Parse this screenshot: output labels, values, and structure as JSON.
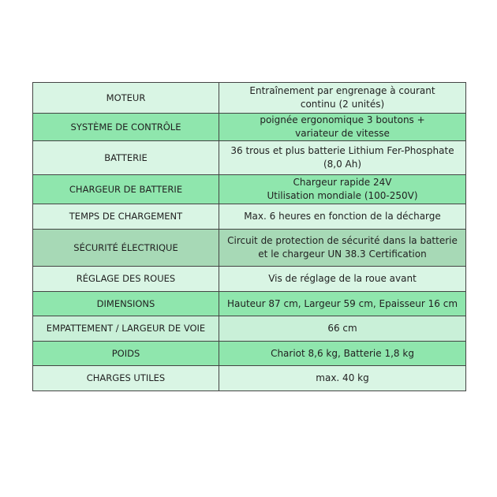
{
  "colors": {
    "light": "#d9f5e4",
    "mid": "#8fe6ad",
    "pale": "#c9f0d8",
    "sage": "#a7d9b6",
    "border": "#444444"
  },
  "specs": [
    {
      "label": "MOTEUR",
      "value_line1": "Entraînement par engrenage à courant",
      "value_line2": "continu (2 unités)"
    },
    {
      "label": "SYSTÈME DE CONTRÔLE",
      "value_line1": "poignée ergonomique 3 boutons +",
      "value_line2": "variateur de vitesse"
    },
    {
      "label": "BATTERIE",
      "value_line1": "36 trous et plus batterie Lithium Fer-Phosphate",
      "value_line2": "(8,0 Ah)"
    },
    {
      "label": "CHARGEUR DE BATTERIE",
      "value_line1": "Chargeur rapide 24V",
      "value_line2": "Utilisation mondiale (100-250V)"
    },
    {
      "label": "TEMPS DE CHARGEMENT",
      "value_line1": "Max. 6 heures en fonction de la décharge"
    },
    {
      "label": "SÉCURITÉ ÉLECTRIQUE",
      "value_line1": "Circuit de protection de sécurité dans la batterie",
      "value_line2": "et le chargeur UN 38.3 Certification"
    },
    {
      "label": "RÉGLAGE DES ROUES",
      "value_line1": "Vis de réglage de la roue avant"
    },
    {
      "label": "DIMENSIONS",
      "value_line1": "Hauteur 87 cm, Largeur 59 cm, Epaisseur 16 cm"
    },
    {
      "label": "EMPATTEMENT / LARGEUR DE VOIE",
      "value_line1": "66 cm"
    },
    {
      "label": "POIDS",
      "value_line1": "Chariot 8,6 kg, Batterie 1,8 kg"
    },
    {
      "label": "CHARGES UTILES",
      "value_line1": "max. 40 kg"
    }
  ]
}
